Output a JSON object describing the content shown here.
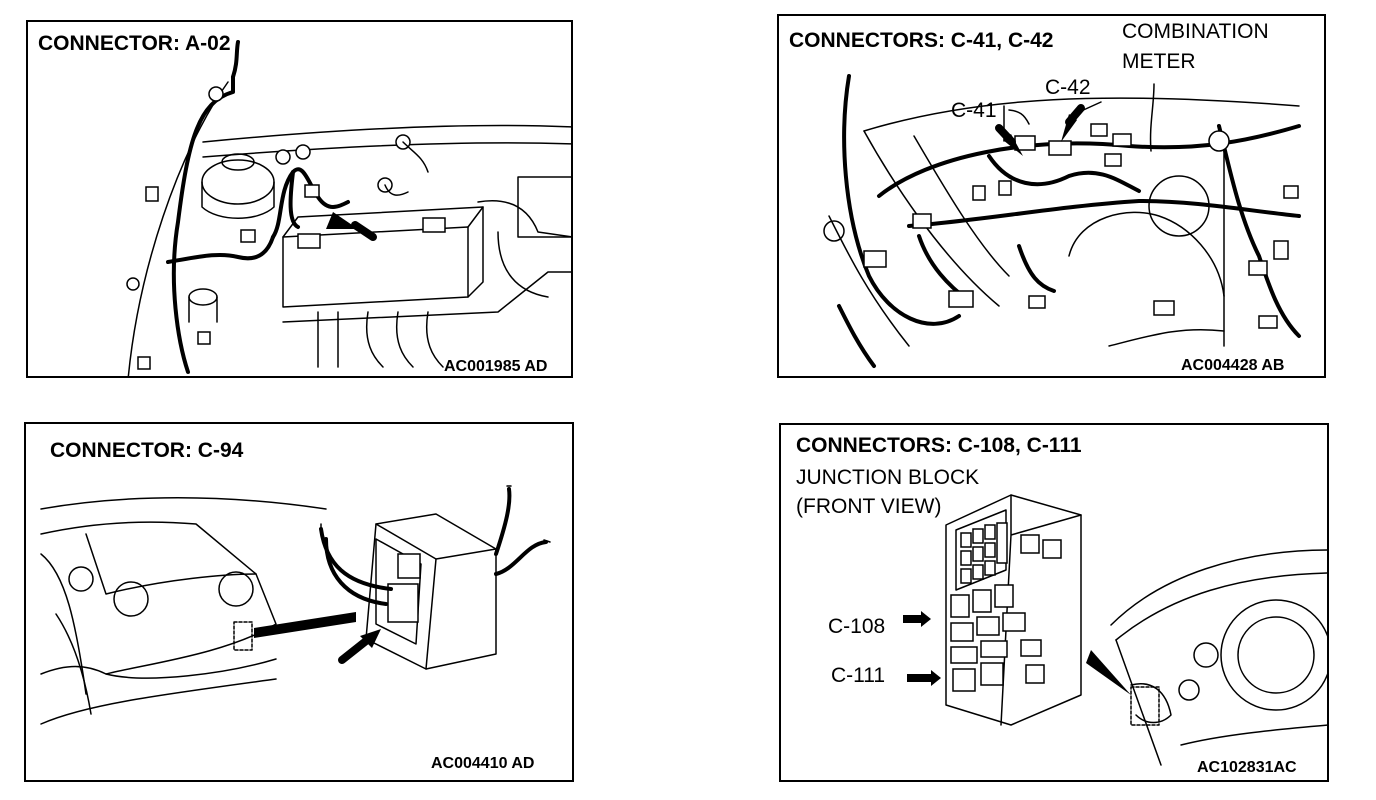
{
  "panels": [
    {
      "title": "CONNECTOR: A-02",
      "code": "AC001985 AD"
    },
    {
      "title": "CONNECTORS: C-41, C-42",
      "code": "AC004428 AB",
      "labels": {
        "combination_line1": "COMBINATION",
        "combination_line2": "METER",
        "c41": "C-41",
        "c42": "C-42"
      }
    },
    {
      "title": "CONNECTOR: C-94",
      "code": "AC004410 AD"
    },
    {
      "title": "CONNECTORS: C-108, C-111",
      "code": "AC102831AC",
      "labels": {
        "junction_line1": "JUNCTION BLOCK",
        "junction_line2": "(FRONT VIEW)",
        "c108": "C-108",
        "c111": "C-111"
      }
    }
  ]
}
